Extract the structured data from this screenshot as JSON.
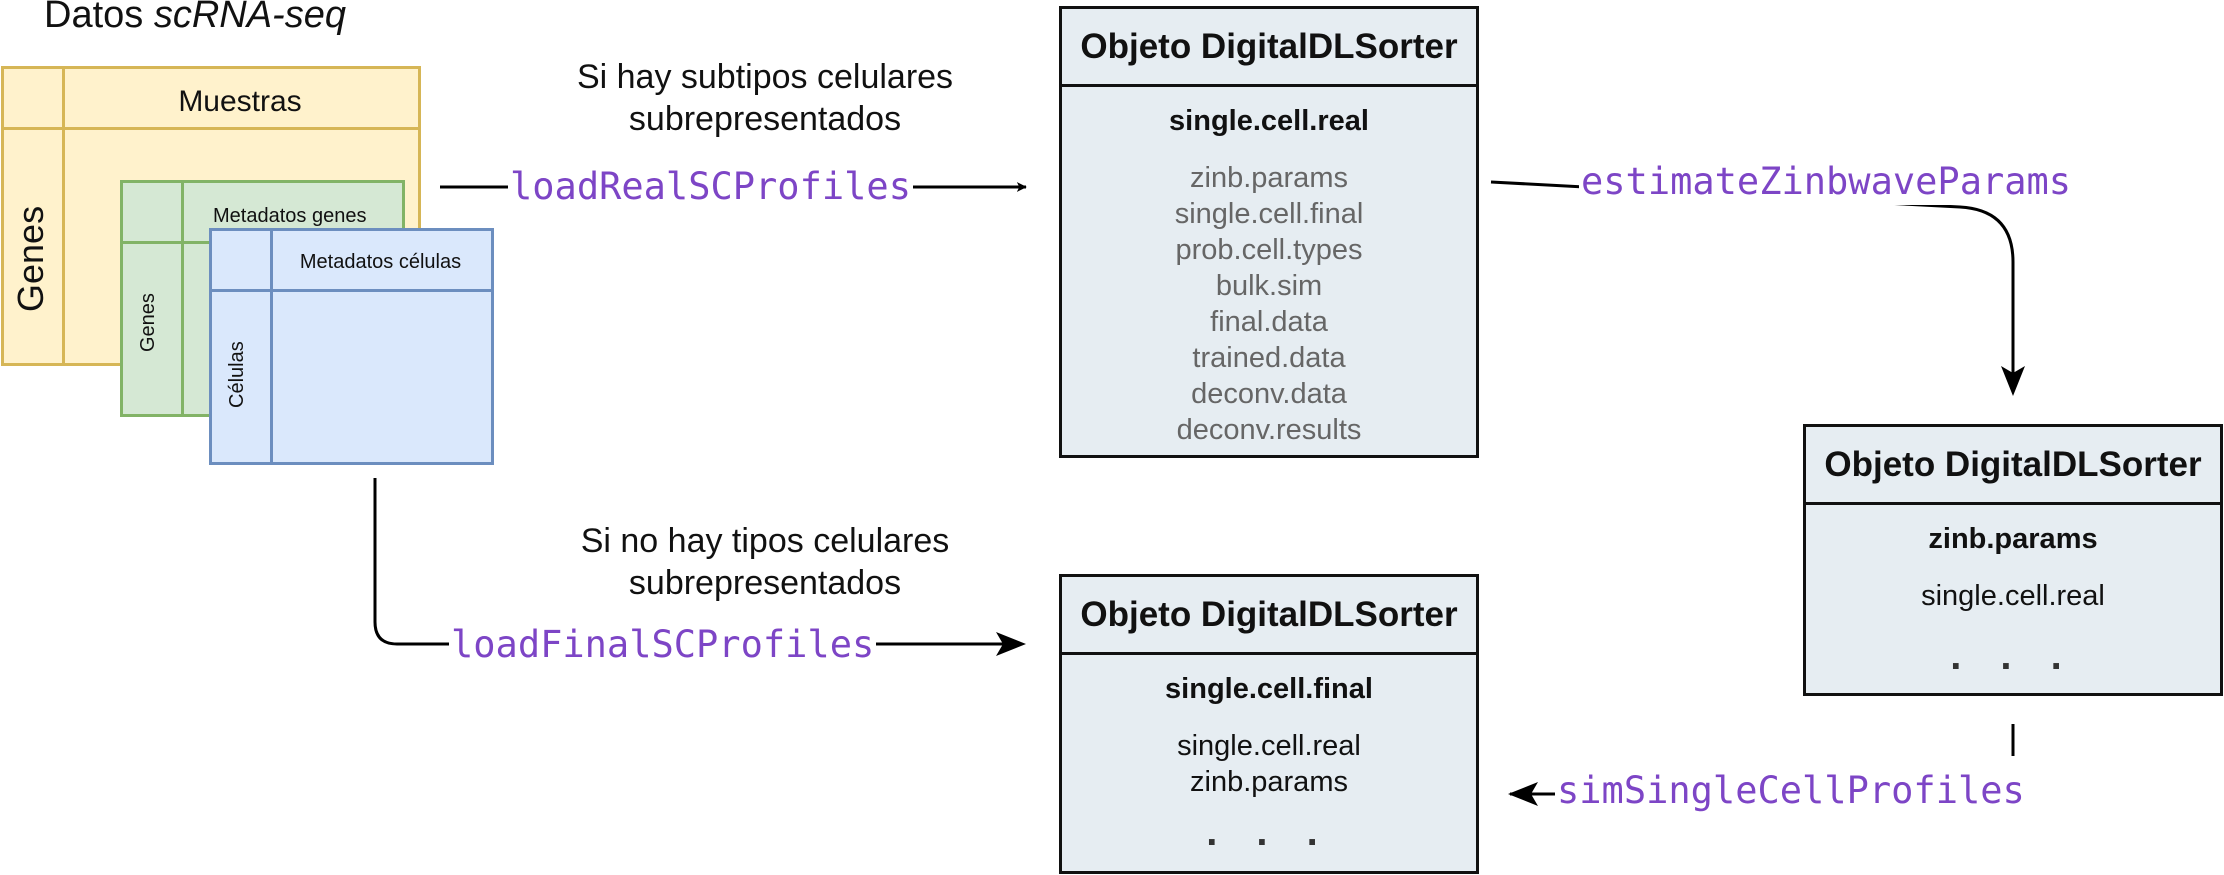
{
  "title": {
    "prefix": "Datos ",
    "italic": "scRNA-seq"
  },
  "matrices": {
    "samples": {
      "top_label": "Muestras",
      "side_label": "Genes"
    },
    "gene_metadata": {
      "top_label": "Metadatos genes",
      "side_label": "Genes"
    },
    "cell_metadata": {
      "top_label": "Metadatos células",
      "side_label": "Células"
    }
  },
  "notes": {
    "upper": "Si hay subtipos celulares subrepresentados",
    "lower": "Si no hay tipos celulares subrepresentados"
  },
  "functions": {
    "load_real": "loadRealSCProfiles",
    "load_final": "loadFinalSCProfiles",
    "estimate": "estimateZinbwaveParams",
    "simulate": "simSingleCellProfiles"
  },
  "objects": {
    "top": {
      "title": "Objeto DigitalDLSorter",
      "filled": "single.cell.real",
      "slots": [
        "zinb.params",
        "single.cell.final",
        "prob.cell.types",
        "bulk.sim",
        "final.data",
        "trained.data",
        "deconv.data",
        "deconv.results"
      ]
    },
    "right": {
      "title": "Objeto DigitalDLSorter",
      "filled": "zinb.params",
      "slots": [
        "single.cell.real"
      ],
      "ellipsis": ". . ."
    },
    "bottom": {
      "title": "Objeto DigitalDLSorter",
      "filled": "single.cell.final",
      "slots": [
        "single.cell.real",
        "zinb.params"
      ],
      "ellipsis": ". . ."
    }
  },
  "colors": {
    "function": "#7d45c6",
    "samples_fill": "#fff2cc",
    "samples_border": "#d6b656",
    "genes_fill": "#d5e8d4",
    "genes_border": "#82b366",
    "cells_fill": "#dae8fc",
    "cells_border": "#6c8ebf",
    "object_fill": "#e6edf2"
  }
}
